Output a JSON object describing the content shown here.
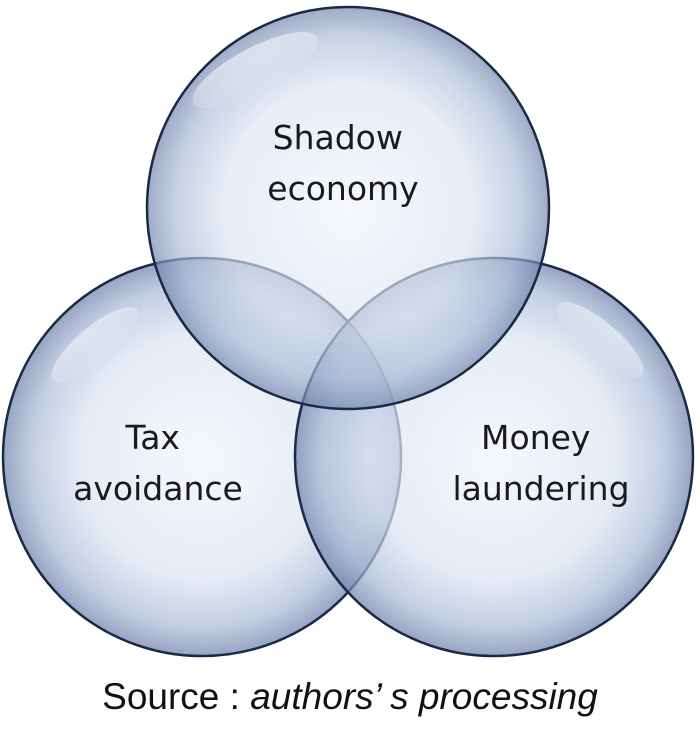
{
  "diagram": {
    "type": "venn",
    "circles": [
      {
        "id": "top",
        "lines": [
          "Shadow",
          "economy"
        ]
      },
      {
        "id": "left",
        "lines": [
          "Tax",
          "avoidance"
        ]
      },
      {
        "id": "right",
        "lines": [
          "Money",
          "laundering"
        ]
      }
    ],
    "fill_color": "#b9c6df",
    "stroke_color": "#1b2a44"
  },
  "caption": {
    "prefix": "Source : ",
    "italic": "authors’ s processing"
  }
}
